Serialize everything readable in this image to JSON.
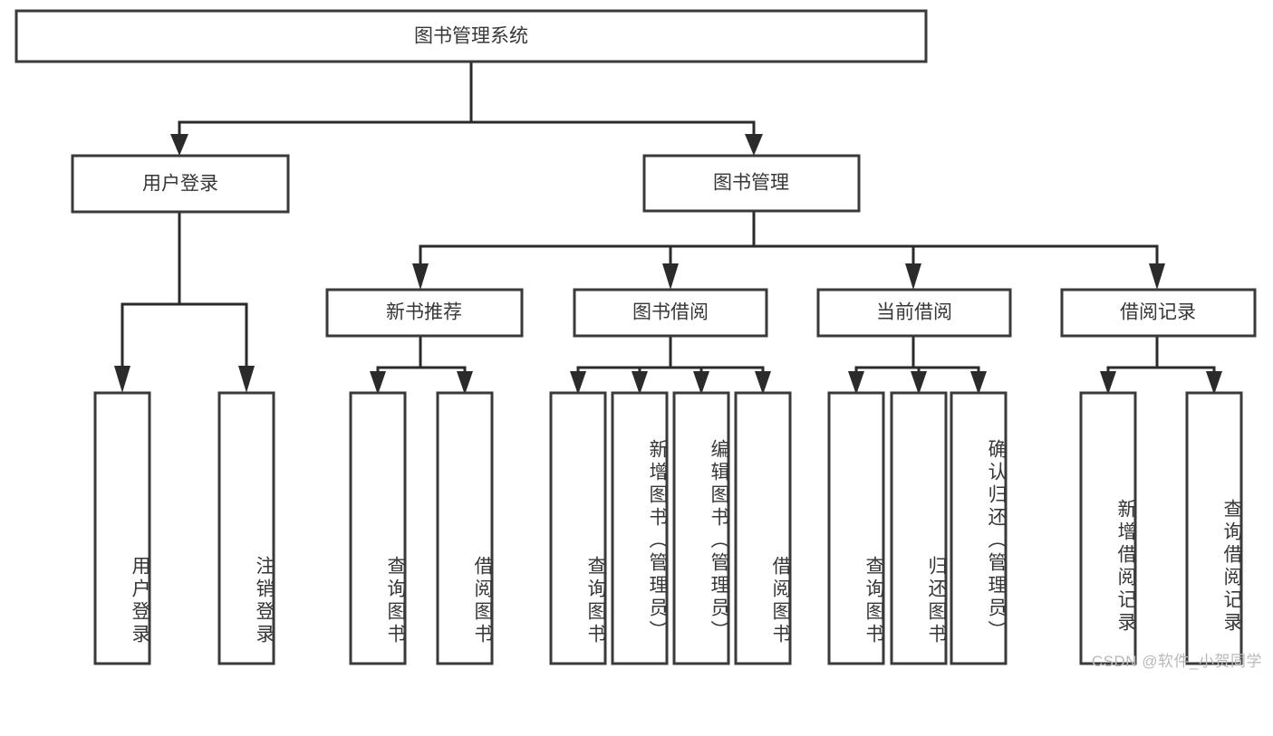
{
  "diagram": {
    "title": "图书管理系统",
    "type": "tree",
    "orientation": "top-down",
    "colors": {
      "box_stroke": "#3a3a3a",
      "box_fill": "#ffffff",
      "connector": "#2b2b2b",
      "text": "#373737",
      "background": "#ffffff",
      "watermark": "#b9b9b9"
    },
    "root": {
      "label": "图书管理系统",
      "text_orientation": "horizontal"
    },
    "level2": [
      {
        "label": "用户登录",
        "text_orientation": "horizontal"
      },
      {
        "label": "图书管理",
        "text_orientation": "horizontal"
      }
    ],
    "level3": [
      {
        "label": "新书推荐",
        "text_orientation": "horizontal",
        "parent": "图书管理"
      },
      {
        "label": "图书借阅",
        "text_orientation": "horizontal",
        "parent": "图书管理"
      },
      {
        "label": "当前借阅",
        "text_orientation": "horizontal",
        "parent": "图书管理"
      },
      {
        "label": "借阅记录",
        "text_orientation": "horizontal",
        "parent": "图书管理"
      }
    ],
    "leaves": {
      "user_login": [
        {
          "label": "用户登录",
          "text_orientation": "vertical"
        },
        {
          "label": "注销登录",
          "text_orientation": "vertical"
        }
      ],
      "new_book_recommend": [
        {
          "label": "查询图书",
          "text_orientation": "vertical"
        },
        {
          "label": "借阅图书",
          "text_orientation": "vertical"
        }
      ],
      "book_borrow": [
        {
          "label": "查询图书",
          "text_orientation": "vertical"
        },
        {
          "label": "新增图书（管理员）",
          "text_orientation": "vertical"
        },
        {
          "label": "编辑图书（管理员）",
          "text_orientation": "vertical"
        },
        {
          "label": "借阅图书",
          "text_orientation": "vertical"
        }
      ],
      "current_borrow": [
        {
          "label": "查询图书",
          "text_orientation": "vertical"
        },
        {
          "label": "归还图书",
          "text_orientation": "vertical"
        },
        {
          "label": "确认归还（管理员）",
          "text_orientation": "vertical"
        }
      ],
      "borrow_record": [
        {
          "label": "新增借阅记录",
          "text_orientation": "vertical"
        },
        {
          "label": "查询借阅记录",
          "text_orientation": "vertical"
        }
      ]
    },
    "watermark": "CSDN @软件_小贺同学"
  }
}
